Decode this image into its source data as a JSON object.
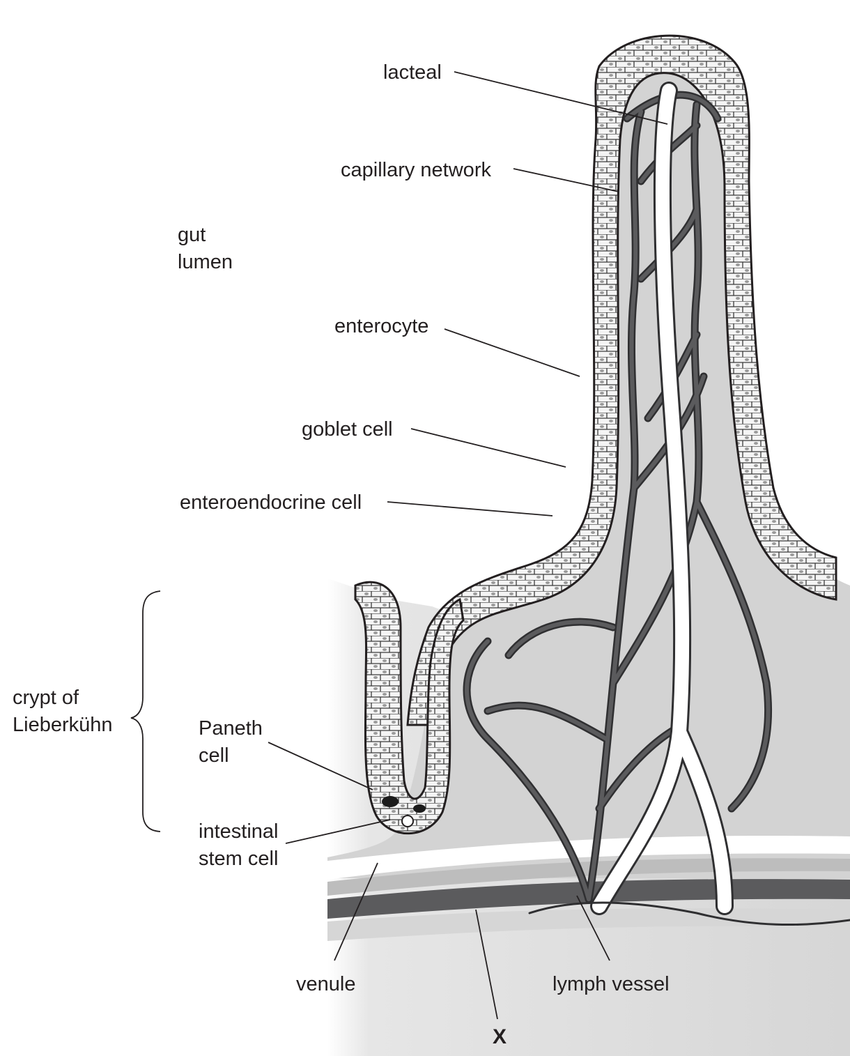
{
  "labels": {
    "lacteal": "lacteal",
    "capillary_network": "capillary network",
    "gut_lumen_line1": "gut",
    "gut_lumen_line2": "lumen",
    "enterocyte": "enterocyte",
    "goblet_cell": "goblet cell",
    "enteroendocrine_cell": "enteroendocrine cell",
    "crypt_line1": "crypt of",
    "crypt_line2": "Lieberkühn",
    "paneth_line1": "Paneth",
    "paneth_line2": "cell",
    "stem_line1": "intestinal",
    "stem_line2": "stem cell",
    "venule": "venule",
    "lymph_vessel": "lymph vessel",
    "x_marker": "X"
  },
  "colors": {
    "tissue_fill": "#d9d9d9",
    "vessel_dark": "#5b5b5d",
    "vessel_outline": "#2f2f31",
    "lymph_fill": "#ffffff",
    "cell_nucleus": "#9a9a9a",
    "line": "#231f20"
  }
}
